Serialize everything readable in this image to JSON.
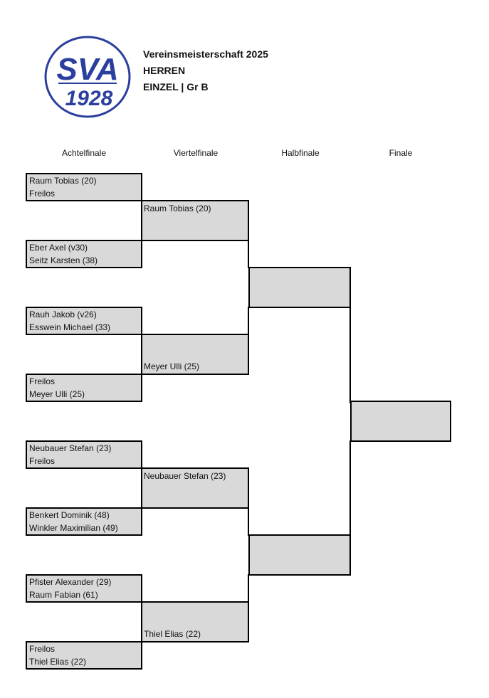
{
  "header": {
    "logo_text_top": "SVA",
    "logo_text_year": "1928",
    "line1": "Vereinsmeisterschaft 2025",
    "line2": "HERREN",
    "line3": "EINZEL | Gr B"
  },
  "colors": {
    "logo_blue": "#2b3f9e",
    "box_fill": "#d9d9d9"
  },
  "rounds": [
    "Achtelfinale",
    "Viertelfinale",
    "Halbfinale",
    "Finale"
  ],
  "round_of_16": [
    [
      "Raum Tobias (20)",
      "Freilos"
    ],
    [
      "Eber Axel (v30)",
      "Seitz Karsten (38)"
    ],
    [
      "Rauh Jakob (v26)",
      "Esswein Michael (33)"
    ],
    [
      "Freilos",
      "Meyer Ulli (25)"
    ],
    [
      "Neubauer  Stefan (23)",
      "Freilos"
    ],
    [
      "Benkert  Dominik (48)",
      "Winkler Maximilian (49)"
    ],
    [
      "Pfister Alexander (29)",
      "Raum Fabian (61)"
    ],
    [
      "Freilos",
      "Thiel Elias (22)"
    ]
  ],
  "quarterfinals": [
    {
      "top": "Raum Tobias (20)",
      "bottom": ""
    },
    {
      "top": "",
      "bottom": "Meyer Ulli (25)"
    },
    {
      "top": "Neubauer  Stefan (23)",
      "bottom": ""
    },
    {
      "top": "",
      "bottom": "Thiel Elias (22)"
    }
  ],
  "semifinals": [
    "",
    ""
  ],
  "final": ""
}
